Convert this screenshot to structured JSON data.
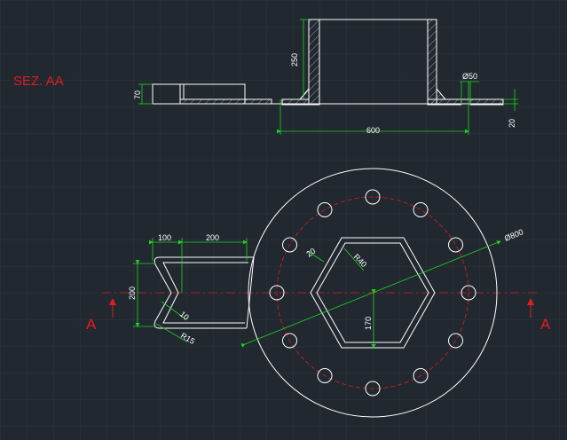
{
  "section_title": "SEZ. AA",
  "section_markers": {
    "left": "A",
    "right": "A"
  },
  "dimensions": {
    "flange_thickness": "70",
    "wall_height": "250",
    "hole_diameter": "Ø50",
    "overall_length": "600",
    "plate_thickness": "20",
    "notch_width": "100",
    "notch_length": "200",
    "notch_height": "200",
    "notch_small": "10",
    "notch_radius": "R15",
    "hex_side": "20",
    "hex_radius": "R40",
    "hex_height": "170",
    "outer_diameter": "Ø800"
  },
  "colors": {
    "background": "#212830",
    "grid": "#2c3440",
    "outline": "#ffffff",
    "dimension": "#1fd41f",
    "centerline": "#e01e1e",
    "hatch": "#b8b8b8"
  }
}
